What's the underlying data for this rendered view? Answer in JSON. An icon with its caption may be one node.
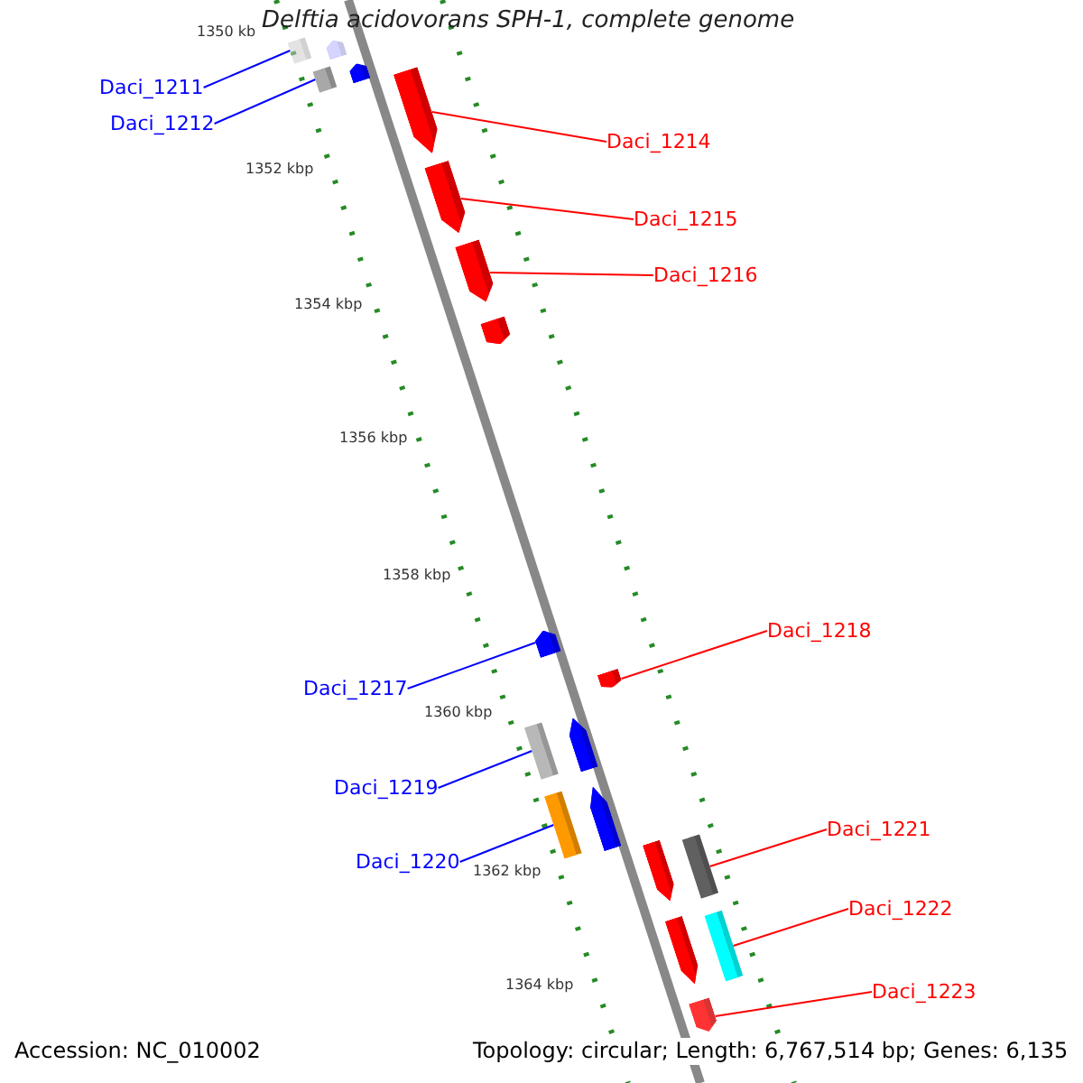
{
  "diagram": {
    "title": "Delftia acidovorans SPH-1, complete genome",
    "nodes": [
      {
        "text": [
          "Daci_1211"
        ]
      },
      {
        "text": [
          "Daci_1212"
        ]
      },
      {
        "text": [
          "Daci_1214"
        ]
      },
      {
        "text": [
          "Daci_1215"
        ]
      },
      {
        "text": [
          "Daci_1216"
        ]
      },
      {
        "text": [
          "Daci_1217"
        ]
      },
      {
        "text": [
          "Daci_1218"
        ]
      },
      {
        "text": [
          "Daci_1219"
        ]
      },
      {
        "text": [
          "Daci_1220"
        ]
      },
      {
        "text": [
          "Daci_1221"
        ]
      },
      {
        "text": [
          "Daci_1222"
        ]
      },
      {
        "text": [
          "Daci_1223"
        ]
      },
      {
        "text": [],
        "shape": "bar"
      },
      {
        "text": [],
        "shape": "bar"
      },
      {
        "text": [],
        "shape": "bar"
      },
      {
        "text": [],
        "shape": "bar"
      },
      {
        "text": [],
        "shape": "bar"
      },
      {
        "text": [],
        "shape": "bar"
      },
      {
        "text": [],
        "shape": "bar"
      },
      {
        "text": [],
        "shape": "bar"
      },
      {
        "text": [],
        "shape": "bar"
      },
      {
        "text": [],
        "shape": "bar"
      },
      {
        "text": [],
        "shape": "bar"
      },
      {
        "text": [],
        "shape": "bar"
      },
      {
        "text": [],
        "shape": "bar"
      },
      {
        "text": [],
        "shape": "bar"
      },
      {
        "text": [],
        "shape": "bar"
      },
      {
        "text": [],
        "shape": "bar"
      },
      {
        "text": [],
        "shape": "bar"
      },
      {
        "text": [],
        "shape": "bar"
      },
      {
        "text": [],
        "shape": "bar"
      }
    ],
    "edges": [
      {
        "from": 0,
        "to": 12,
        "arrow": "none",
        "color": "#0000ff"
      },
      {
        "from": 1,
        "to": 14,
        "arrow": "none",
        "color": "#0000ff"
      },
      {
        "from": 2,
        "to": 16,
        "arrow": "none"
      },
      {
        "from": 3,
        "to": 17,
        "arrow": "none"
      },
      {
        "from": 4,
        "to": 18,
        "arrow": "none"
      },
      {
        "from": 5,
        "to": 20,
        "arrow": "none",
        "color": "#0000ff"
      },
      {
        "from": 6,
        "to": 21,
        "arrow": "none"
      },
      {
        "from": 7,
        "to": 22,
        "arrow": "none",
        "color": "#0000ff"
      },
      {
        "from": 8,
        "to": 24,
        "arrow": "none",
        "color": "#0000ff"
      },
      {
        "from": 9,
        "to": 27,
        "arrow": "none"
      },
      {
        "from": 10,
        "to": 29,
        "arrow": "none"
      },
      {
        "from": 11,
        "to": 30,
        "arrow": "none"
      }
    ],
    "labels": [
      "1350 kb",
      "1352 kbp",
      "1354 kbp",
      "1356 kbp",
      "1358 kbp",
      "1360 kbp",
      "1362 kbp",
      "1364 kbp",
      "Accession: NC_010002",
      "Topology: circular; Length: 6,767,514 bp; Genes: 6,135"
    ]
  }
}
